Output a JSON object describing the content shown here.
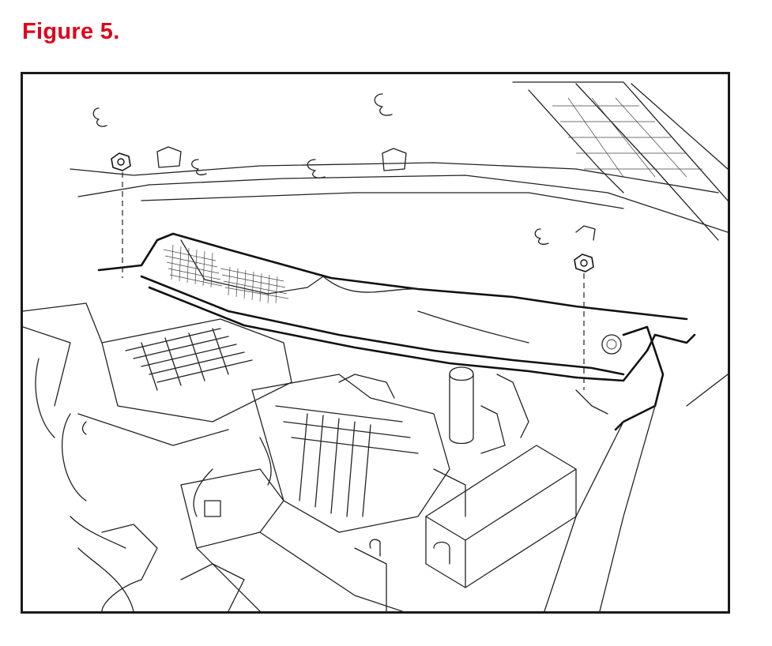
{
  "figure": {
    "title": "Figure 5.",
    "title_color": "#e0001b",
    "frame_color": "#1a1a1a"
  },
  "illustration": {
    "icons": [
      "nut-icon",
      "nut-icon",
      "cowl-top-panel",
      "engine-cover",
      "air-cleaner-box",
      "battery",
      "hood-underside"
    ]
  }
}
